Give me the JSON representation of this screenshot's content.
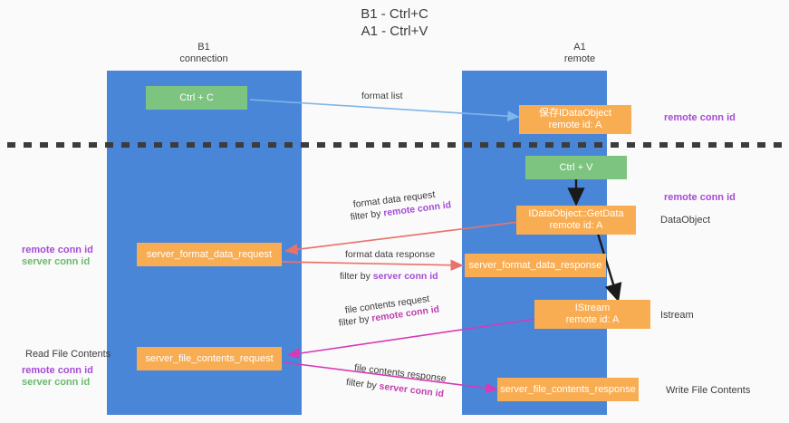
{
  "title": "B1 - Ctrl+C\nA1 - Ctrl+V",
  "columns": [
    {
      "name": "b1",
      "heading": "B1\nconnection"
    },
    {
      "name": "a1",
      "heading": "A1\nremote"
    }
  ],
  "boxes": {
    "ctrl_c": "Ctrl + C",
    "ctrl_v": "Ctrl + V",
    "save_dataobject": "保存IDataObject\nremote id: A",
    "getdata": "IDataObject::GetData\nremote id: A",
    "istream": "IStream\nremote id: A",
    "server_format_data_request": "server_format_data_request",
    "server_format_data_response": "server_format_data_response",
    "server_file_contents_request": "server_file_contents_request",
    "server_file_contents_response": "server_file_contents_response"
  },
  "edges": {
    "format_list": "format list",
    "format_data_request": "format data request",
    "format_data_request_filter_prefix": "filter by ",
    "format_data_request_filter_value": "remote conn id",
    "format_data_response": "format data response",
    "format_data_response_filter_prefix": "filter by ",
    "format_data_response_filter_value": "server conn id",
    "file_contents_request": "file contents request",
    "file_contents_request_filter_prefix": "filter by ",
    "file_contents_request_filter_value": "remote conn id",
    "file_contents_response": "file contents response",
    "file_contents_response_filter_prefix": "filter by ",
    "file_contents_response_filter_value": "server conn id"
  },
  "annotations": {
    "right_remote_conn_id_top": "remote conn id",
    "right_remote_conn_id_mid": "remote conn id",
    "right_dataobject": "DataObject",
    "right_istream": "Istream",
    "right_write_file_contents": "Write File Contents",
    "left_conn_ids_mid_purple": "remote conn id",
    "left_conn_ids_mid_green": "server conn id",
    "left_read_file_contents": "Read File Contents",
    "left_conn_ids_bottom_purple": "remote conn id",
    "left_conn_ids_bottom_green": "server conn id"
  },
  "colors": {
    "lane": "#4a86d8",
    "green_box": "#7cc47f",
    "orange_box": "#f9ad52",
    "purple_text": "#a64bd6",
    "green_text": "#6aba6d",
    "magenta_arrow": "#d63ab5",
    "red_arrow": "#e8736a",
    "blue_arrow": "#7eb6e8",
    "black_arrow": "#1a1a1a",
    "divider": "#3c3c3c",
    "background": "#fafafa"
  }
}
